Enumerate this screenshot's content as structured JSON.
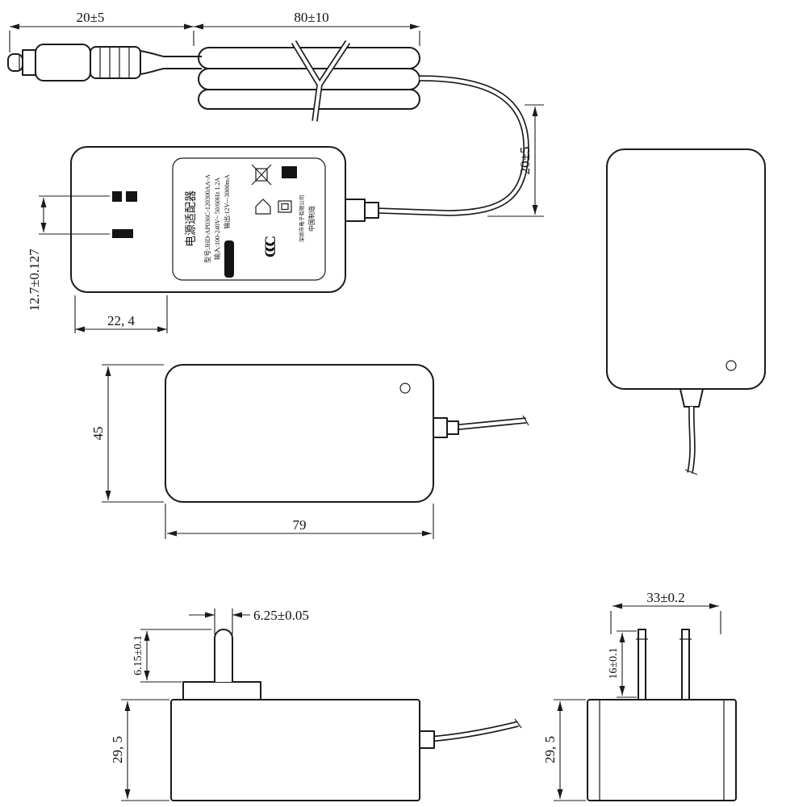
{
  "drawing": {
    "front_view": {
      "dim_plug_length": "20±5",
      "dim_coil_length": "80±10",
      "dim_cable_drop": "20±5",
      "dim_prong_pitch": "12.7±0.127",
      "dim_prong_offset": "22, 4"
    },
    "top_view": {
      "dim_body_height": "45",
      "dim_body_length": "79"
    },
    "bottom_view": {
      "dim_pin_protrusion": "6.15±0.1",
      "dim_pin_width": "6.25±0.05",
      "dim_body_thickness": "29, 5"
    },
    "end_view": {
      "dim_body_width": "33±0.2",
      "dim_prong_length": "16±0.1",
      "dim_body_thickness": "29, 5"
    },
    "label": {
      "product": "电源适配器",
      "model": "型号:JHD-AP036C-120300AA-A",
      "input": "输入:100-240V~ 50/60Hz 1.2A",
      "output": "输出:12V---3000mA",
      "maker": "深圳市电子有限公司",
      "origin": "中国制造",
      "ccc": "CCC"
    }
  }
}
